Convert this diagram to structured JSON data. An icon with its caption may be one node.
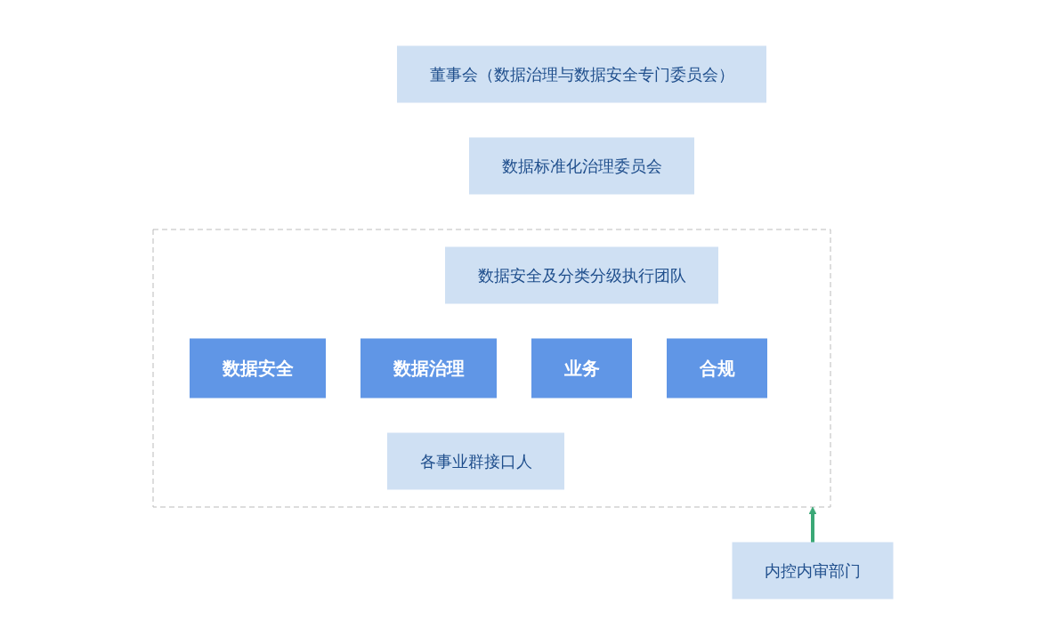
{
  "diagram": {
    "nodes": [
      {
        "text": [
          "董事会（数据治理与数据安全专门委员会）"
        ]
      },
      {
        "text": [
          "数据标准化治理委员会"
        ]
      },
      {
        "text": [],
        "shape": "box"
      },
      {
        "text": [
          "数据安全及分类分级执行团队"
        ],
        "in": 2
      },
      {
        "text": [
          "数据安全"
        ],
        "in": 2
      },
      {
        "text": [
          "数据治理"
        ],
        "in": 2
      },
      {
        "text": [
          "业务"
        ],
        "in": 2
      },
      {
        "text": [
          "合规"
        ],
        "in": 2
      },
      {
        "text": [
          "各事业群接口人"
        ],
        "in": 2
      },
      {
        "text": [
          "内控内审部门"
        ]
      }
    ],
    "edges": [
      {
        "from": 9,
        "to": 2,
        "arrow": "to"
      }
    ]
  }
}
